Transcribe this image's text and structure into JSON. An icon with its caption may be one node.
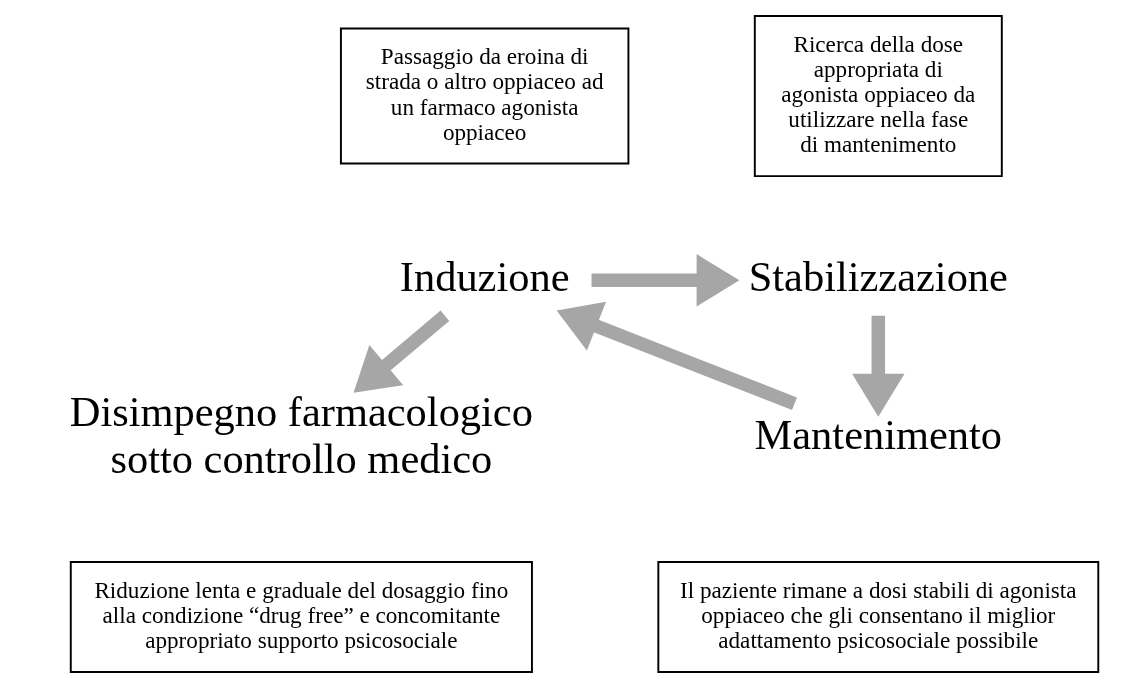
{
  "diagram": {
    "nodes": [
      {
        "text": [
          "Passaggio da eroina di strada o altro oppiaceo ad un farmaco agonista oppiaceo"
        ]
      },
      {
        "text": [
          "Induzione"
        ]
      },
      {
        "text": [
          "Ricerca della dose appropriata di agonista oppiaceo da utilizzare nella fase di mantenimento"
        ]
      },
      {
        "text": [
          "Stabilizzazione"
        ]
      },
      {
        "text": [
          "Disimpegno farmacologico sotto controllo medico"
        ]
      },
      {
        "text": [
          "Mantenimento"
        ]
      },
      {
        "text": [
          "Riduzione lenta e graduale del dosaggio fino alla condizione “drug free” e concomitante appropriato supporto psicosociale"
        ]
      },
      {
        "text": [
          "Il paziente rimane a dosi stabili di agonista oppiaceo che gli consentano il miglior adattamento psicosociale possibile"
        ]
      }
    ],
    "edges": [
      {
        "from": 1,
        "to": 3,
        "arrow": "to"
      },
      {
        "from": 3,
        "to": 5,
        "arrow": "to"
      },
      {
        "from": 5,
        "to": 1,
        "arrow": "to"
      },
      {
        "from": 1,
        "to": 4,
        "arrow": "to"
      }
    ]
  }
}
